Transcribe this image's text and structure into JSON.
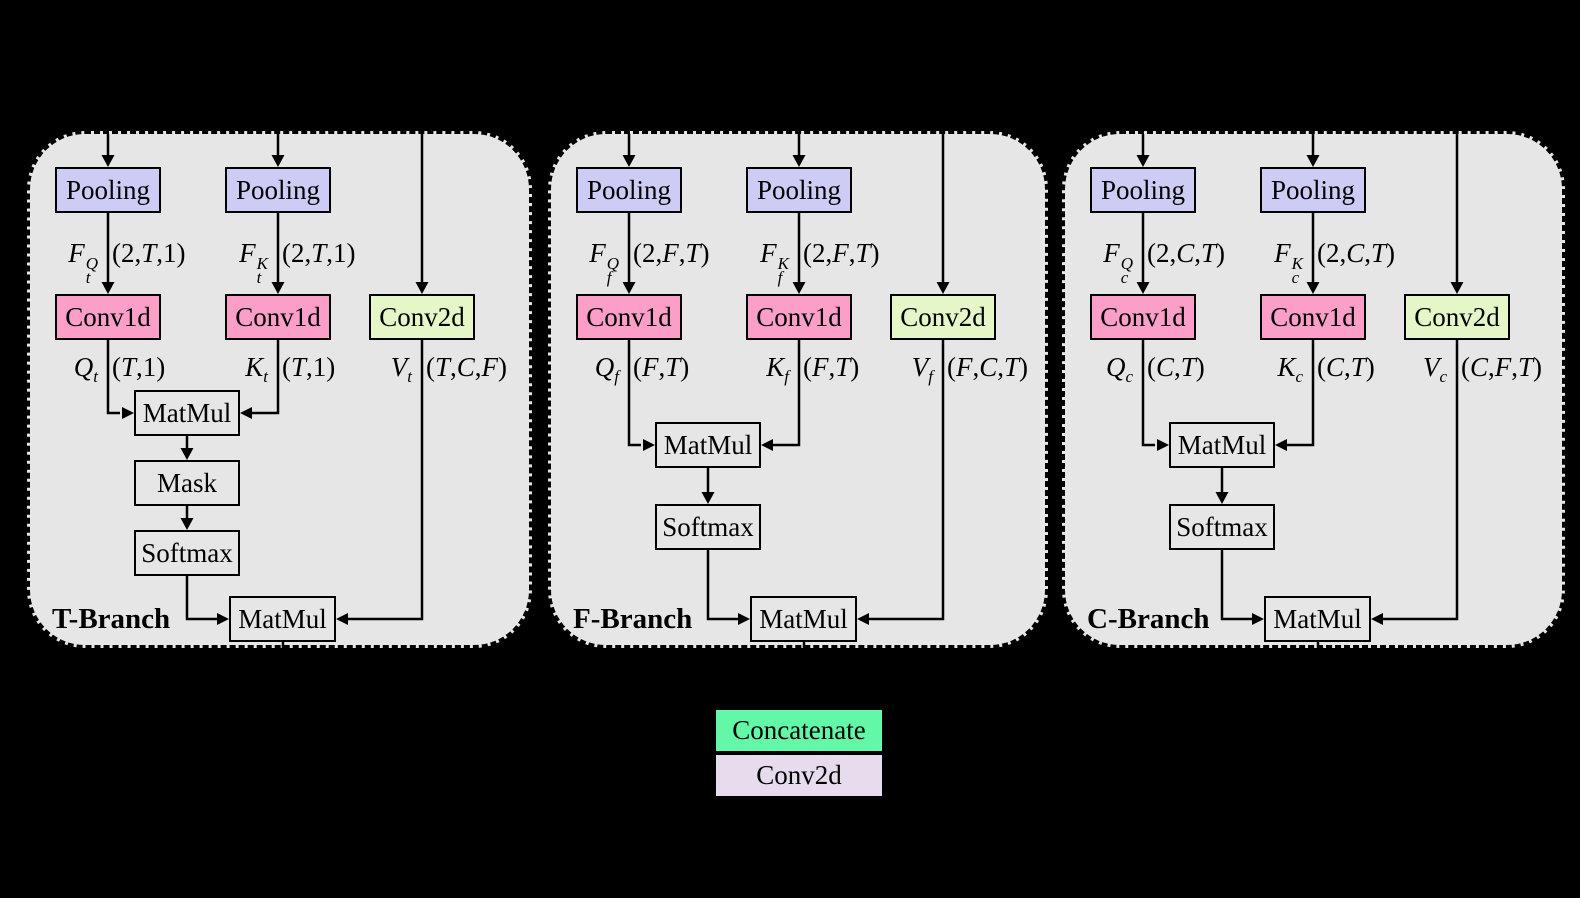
{
  "colors": {
    "page_bg": "#000000",
    "panel_bg": "#e6e6e6",
    "pooling": "#cdccf4",
    "conv1d": "#fc9fc8",
    "conv2d_branch": "#e5f7c7",
    "concatenate": "#63f7a8",
    "conv2d_bottom": "#e7dcee",
    "line": "#000000"
  },
  "branches": [
    {
      "label": "T-Branch",
      "blocks": {
        "pooling_q": "Pooling",
        "pooling_k": "Pooling",
        "conv_q": "Conv1d",
        "conv_k": "Conv1d",
        "conv_v": "Conv2d",
        "matmul_qk": "MatMul",
        "mask": "Mask",
        "softmax": "Softmax",
        "matmul_av": "MatMul"
      },
      "fq": {
        "base": "F",
        "sup": "Q",
        "sub": "t",
        "dims": "(2,T,1)"
      },
      "fk": {
        "base": "F",
        "sup": "K",
        "sub": "t",
        "dims": "(2,T,1)"
      },
      "q": {
        "base": "Q",
        "sub": "t",
        "dims": "(T,1)"
      },
      "k": {
        "base": "K",
        "sub": "t",
        "dims": "(T,1)"
      },
      "v": {
        "base": "V",
        "sub": "t",
        "dims": "(T,C,F)"
      }
    },
    {
      "label": "F-Branch",
      "blocks": {
        "pooling_q": "Pooling",
        "pooling_k": "Pooling",
        "conv_q": "Conv1d",
        "conv_k": "Conv1d",
        "conv_v": "Conv2d",
        "matmul_qk": "MatMul",
        "softmax": "Softmax",
        "matmul_av": "MatMul"
      },
      "fq": {
        "base": "F",
        "sup": "Q",
        "sub": "f",
        "dims": "(2,F,T)"
      },
      "fk": {
        "base": "F",
        "sup": "K",
        "sub": "f",
        "dims": "(2,F,T)"
      },
      "q": {
        "base": "Q",
        "sub": "f",
        "dims": "(F,T)"
      },
      "k": {
        "base": "K",
        "sub": "f",
        "dims": "(F,T)"
      },
      "v": {
        "base": "V",
        "sub": "f",
        "dims": "(F,C,T)"
      }
    },
    {
      "label": "C-Branch",
      "blocks": {
        "pooling_q": "Pooling",
        "pooling_k": "Pooling",
        "conv_q": "Conv1d",
        "conv_k": "Conv1d",
        "conv_v": "Conv2d",
        "matmul_qk": "MatMul",
        "softmax": "Softmax",
        "matmul_av": "MatMul"
      },
      "fq": {
        "base": "F",
        "sup": "Q",
        "sub": "c",
        "dims": "(2,C,T)"
      },
      "fk": {
        "base": "F",
        "sup": "K",
        "sub": "c",
        "dims": "(2,C,T)"
      },
      "q": {
        "base": "Q",
        "sub": "c",
        "dims": "(C,T)"
      },
      "k": {
        "base": "K",
        "sub": "c",
        "dims": "(C,T)"
      },
      "v": {
        "base": "V",
        "sub": "c",
        "dims": "(C,F,T)"
      }
    }
  ],
  "legend": {
    "concatenate_label": "Concatenate",
    "conv2d_label": "Conv2d"
  }
}
